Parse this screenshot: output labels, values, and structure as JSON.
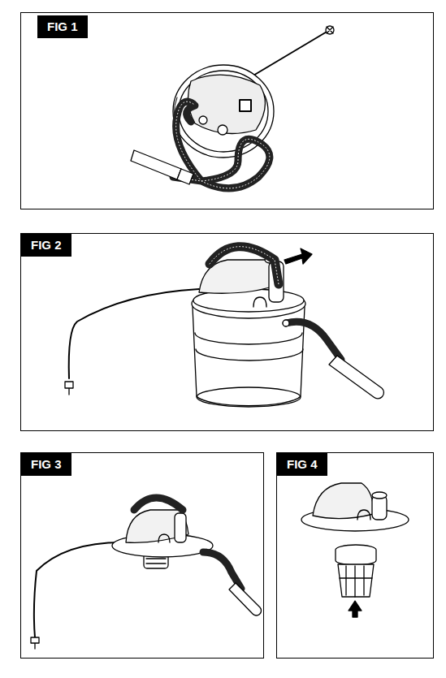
{
  "diagram": {
    "nodes": [
      {
        "text": [
          "FIG 1"
        ]
      },
      {
        "text": [
          "FIG 2"
        ]
      },
      {
        "text": [
          "FIG 3"
        ]
      },
      {
        "text": [
          "FIG 4"
        ]
      }
    ]
  }
}
